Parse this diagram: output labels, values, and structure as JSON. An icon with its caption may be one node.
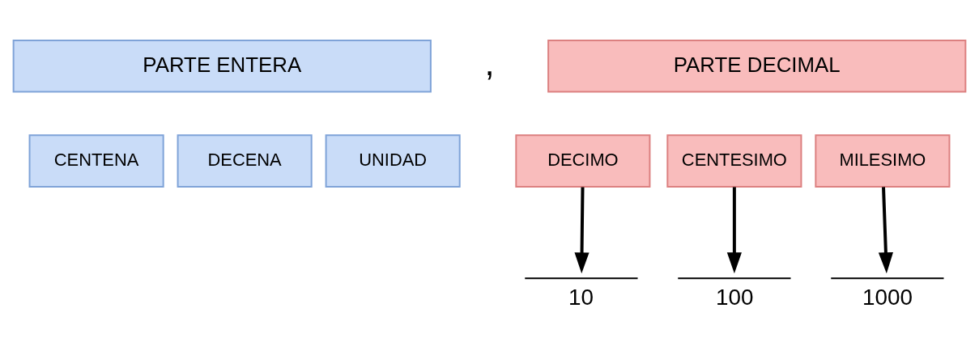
{
  "diagram": {
    "nodes": [
      {
        "text": [
          "PARTE ENTERA"
        ]
      },
      {
        "text": [
          "CENTENA"
        ]
      },
      {
        "text": [
          "DECENA"
        ]
      },
      {
        "text": [
          "UNIDAD"
        ]
      },
      {
        "text": [
          "PARTE DECIMAL"
        ]
      },
      {
        "text": [
          "DECIMO"
        ]
      },
      {
        "text": [
          "CENTESIMO"
        ]
      },
      {
        "text": [
          "MILESIMO"
        ]
      },
      {
        "text": [
          "10"
        ]
      },
      {
        "text": [
          "100"
        ]
      },
      {
        "text": [
          "1000"
        ]
      }
    ],
    "edges": [
      {
        "from": 5,
        "to": 8,
        "arrow": "to"
      },
      {
        "from": 6,
        "to": 9,
        "arrow": "to"
      },
      {
        "from": 7,
        "to": 10,
        "arrow": "to"
      }
    ],
    "labels": [
      ","
    ]
  }
}
